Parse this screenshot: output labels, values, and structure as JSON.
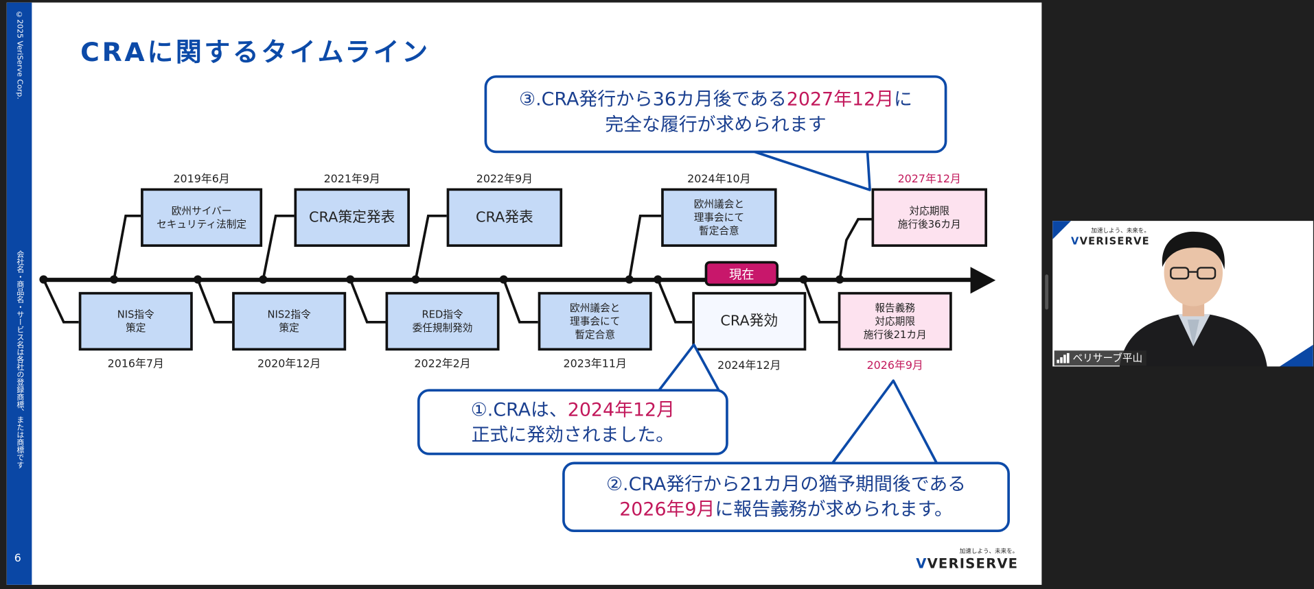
{
  "slide": {
    "title": "CRAに関するタイムライン",
    "copyright": "©2025 VeriServe Corp.",
    "trademark": "会社名・商品名・サービス名は各社の登録商標、または商標です",
    "page_number": "6",
    "now_label": "現在",
    "brand": {
      "tagline": "加速しよう、未来を。",
      "name": "VERISERVE"
    }
  },
  "events_top": [
    {
      "date": "2019年6月",
      "label": "欧州サイバー\nセキュリティ法制定"
    },
    {
      "date": "2021年9月",
      "label": "CRA策定発表"
    },
    {
      "date": "2022年9月",
      "label": "CRA発表"
    },
    {
      "date": "2024年10月",
      "label": "欧州議会と\n理事会にて\n暫定合意"
    },
    {
      "date": "2027年12月",
      "label": "対応期限\n施行後36カ月"
    }
  ],
  "events_bottom": [
    {
      "date": "2016年7月",
      "label": "NIS指令\n策定"
    },
    {
      "date": "2020年12月",
      "label": "NIS2指令\n策定"
    },
    {
      "date": "2022年2月",
      "label": "RED指令\n委任規制発効"
    },
    {
      "date": "2023年11月",
      "label": "欧州議会と\n理事会にて\n暫定合意"
    },
    {
      "date": "2024年12月",
      "label": "CRA発効"
    },
    {
      "date": "2026年9月",
      "label": "報告義務\n対応期限\n施行後21カ月"
    }
  ],
  "callouts": {
    "c1": {
      "pre": "①.CRAは、",
      "hl": "2024年12月",
      "line2": "正式に発効されました。"
    },
    "c2": {
      "line1": "②.CRA発行から21カ月の猶予期間後である",
      "hl": "2026年9月",
      "post": "に報告義務が求められます。"
    },
    "c3": {
      "pre": "③.CRA発行から36カ月後である",
      "hl": "2027年12月",
      "post": "に",
      "line2": "完全な履行が求められます"
    }
  },
  "colors": {
    "brand_blue": "#0a47a5",
    "highlight": "#c2185b",
    "box_blue": "#c5daf7",
    "box_pink": "#fde2ef"
  },
  "video": {
    "participant_name": "ベリサーブ平山",
    "brand": {
      "tagline": "加速しよう、未来を。",
      "name": "VERISERVE"
    }
  }
}
